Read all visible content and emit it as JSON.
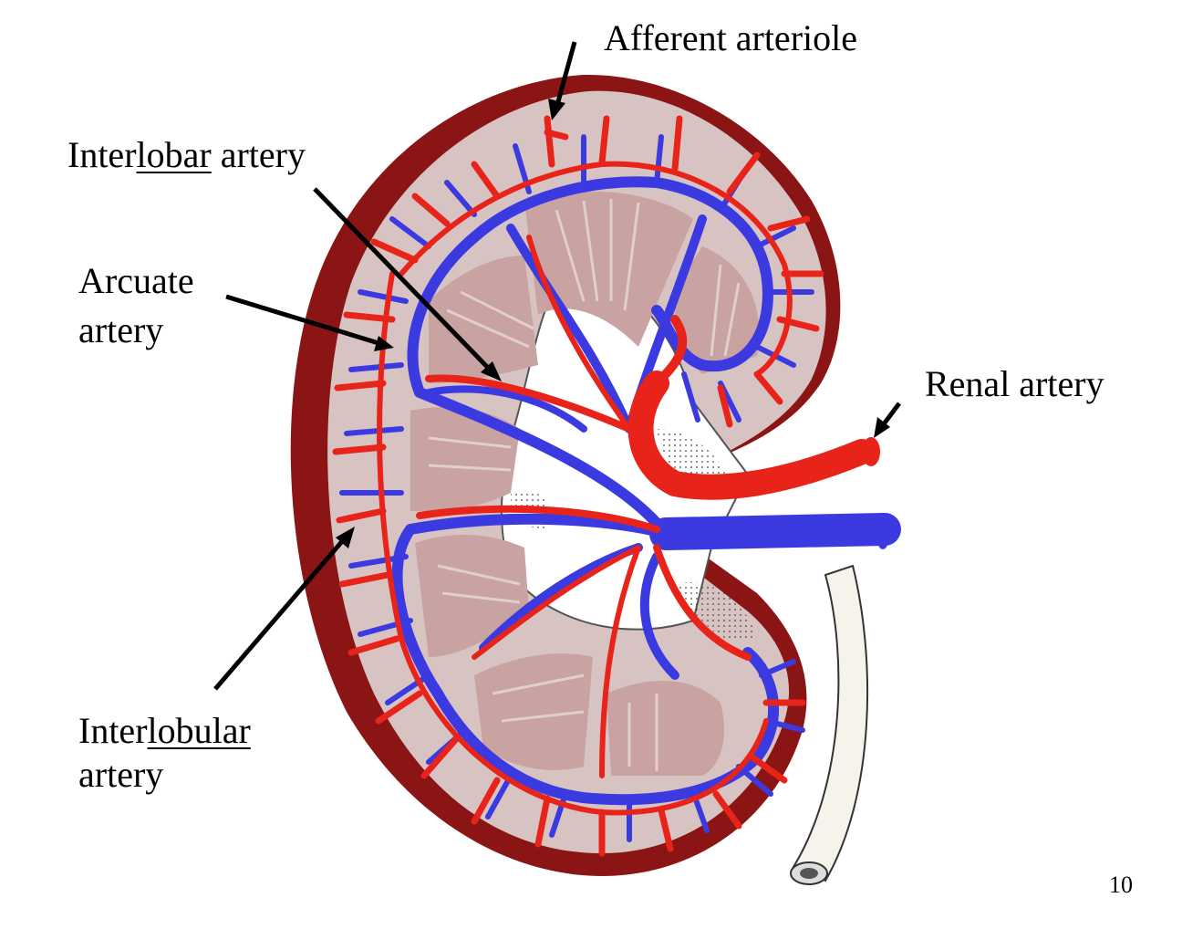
{
  "labels": {
    "afferent": "Afferent arteriole",
    "interlobar": {
      "pre": "Inter",
      "underlined": "lobar",
      "post": " artery"
    },
    "arcuate": {
      "line1": "Arcuate",
      "line2": "artery"
    },
    "renal": "Renal artery",
    "interlobular": {
      "pre": "Inter",
      "underlined": "lobular",
      "line2": "artery"
    }
  },
  "page_number": "10",
  "colors": {
    "capsule": "#8b1414",
    "cortex": "#d8c3c3",
    "pyramid": "#c9a2a2",
    "artery": "#e8231a",
    "vein": "#3a3ae0",
    "ureter": "#f6f3ea",
    "arrow": "#000000"
  }
}
